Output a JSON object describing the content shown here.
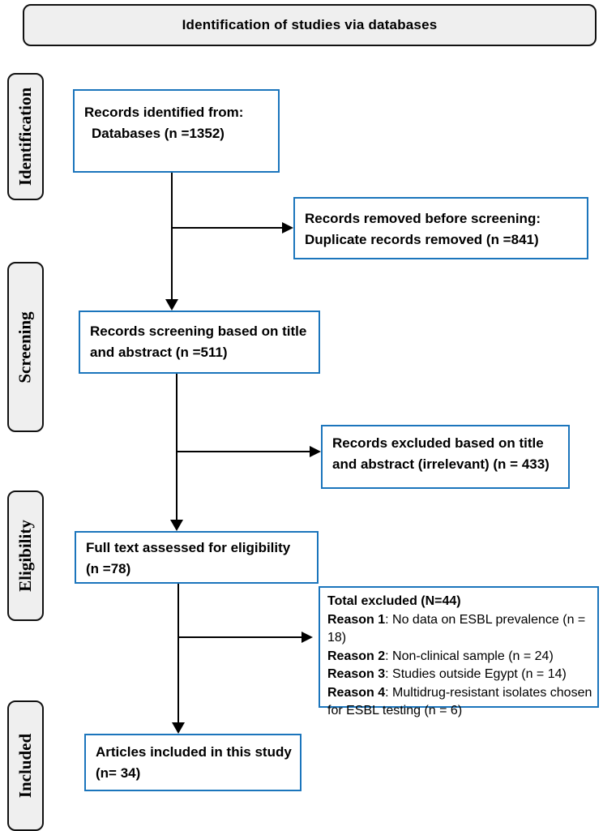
{
  "header": {
    "title": "Identification of studies via databases"
  },
  "sidebar": {
    "stages": [
      {
        "id": "identification",
        "label": "Identification"
      },
      {
        "id": "screening",
        "label": "Screening"
      },
      {
        "id": "eligibility",
        "label": "Eligibility"
      },
      {
        "id": "included",
        "label": "Included"
      }
    ]
  },
  "boxes": {
    "records_identified": {
      "line1": "Records identified from:",
      "line2": "Databases (n =1352)"
    },
    "records_removed": {
      "line1": "Records removed before screening:",
      "line2": "Duplicate records removed (n =841)"
    },
    "records_screening": {
      "line1": "Records screening based on title",
      "line2": "and abstract (n =511)"
    },
    "records_excluded_title_abstract": {
      "line1": "Records excluded based on title",
      "line2": "and abstract (irrelevant) (n = 433)"
    },
    "full_text_assessed": {
      "line1": "Full text assessed for eligibility",
      "line2": "(n =78)"
    },
    "total_excluded": {
      "title": "Total excluded (N=44)",
      "reasons": [
        {
          "label": "Reason 1",
          "text": ": No data on ESBL prevalence (n = 18)"
        },
        {
          "label": "Reason 2",
          "text": ": Non-clinical sample (n = 24)"
        },
        {
          "label": "Reason 3",
          "text": ": Studies outside Egypt (n = 14)"
        },
        {
          "label": "Reason 4",
          "text": ": Multidrug-resistant isolates chosen for ESBL testing (n = 6)"
        }
      ]
    },
    "articles_included": {
      "line1": "Articles included in this study",
      "line2": "(n= 34)"
    }
  },
  "colors": {
    "flow_box_border_blue": "#1B75BC",
    "stage_fill_gray": "#EFEFEF",
    "arrow_black": "#000000"
  }
}
